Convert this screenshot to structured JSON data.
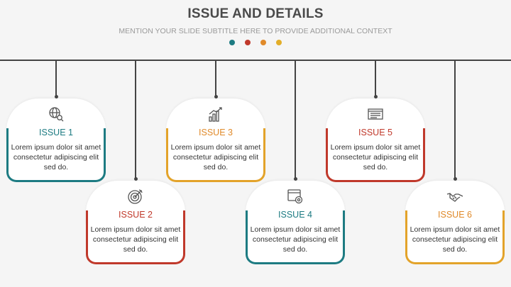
{
  "title": "ISSUE AND DETAILS",
  "subtitle": "MENTION YOUR SLIDE SUBTITLE HERE TO PROVIDE ADDITIONAL CONTEXT",
  "colors": {
    "teal": "#1d7b82",
    "red": "#c0392b",
    "orange": "#e08a2a",
    "gold": "#e3ae29",
    "line": "#444444"
  },
  "cards": [
    {
      "label": "ISSUE 1",
      "text": "Lorem ipsum dolor sit amet consectetur adipiscing elit sed do.",
      "icon": "globe-search-icon"
    },
    {
      "label": "ISSUE 2",
      "text": "Lorem ipsum dolor sit amet consectetur adipiscing elit sed do.",
      "icon": "target-icon"
    },
    {
      "label": "ISSUE 3",
      "text": "Lorem ipsum dolor sit amet consectetur adipiscing elit sed do.",
      "icon": "growth-chart-icon"
    },
    {
      "label": "ISSUE 4",
      "text": "Lorem ipsum dolor sit amet consectetur adipiscing elit sed do.",
      "icon": "settings-window-icon"
    },
    {
      "label": "ISSUE 5",
      "text": "Lorem ipsum dolor sit amet consectetur adipiscing elit sed do.",
      "icon": "document-icon"
    },
    {
      "label": "ISSUE 6",
      "text": "Lorem ipsum dolor sit amet consectetur adipiscing elit sed do.",
      "icon": "handshake-icon"
    }
  ]
}
